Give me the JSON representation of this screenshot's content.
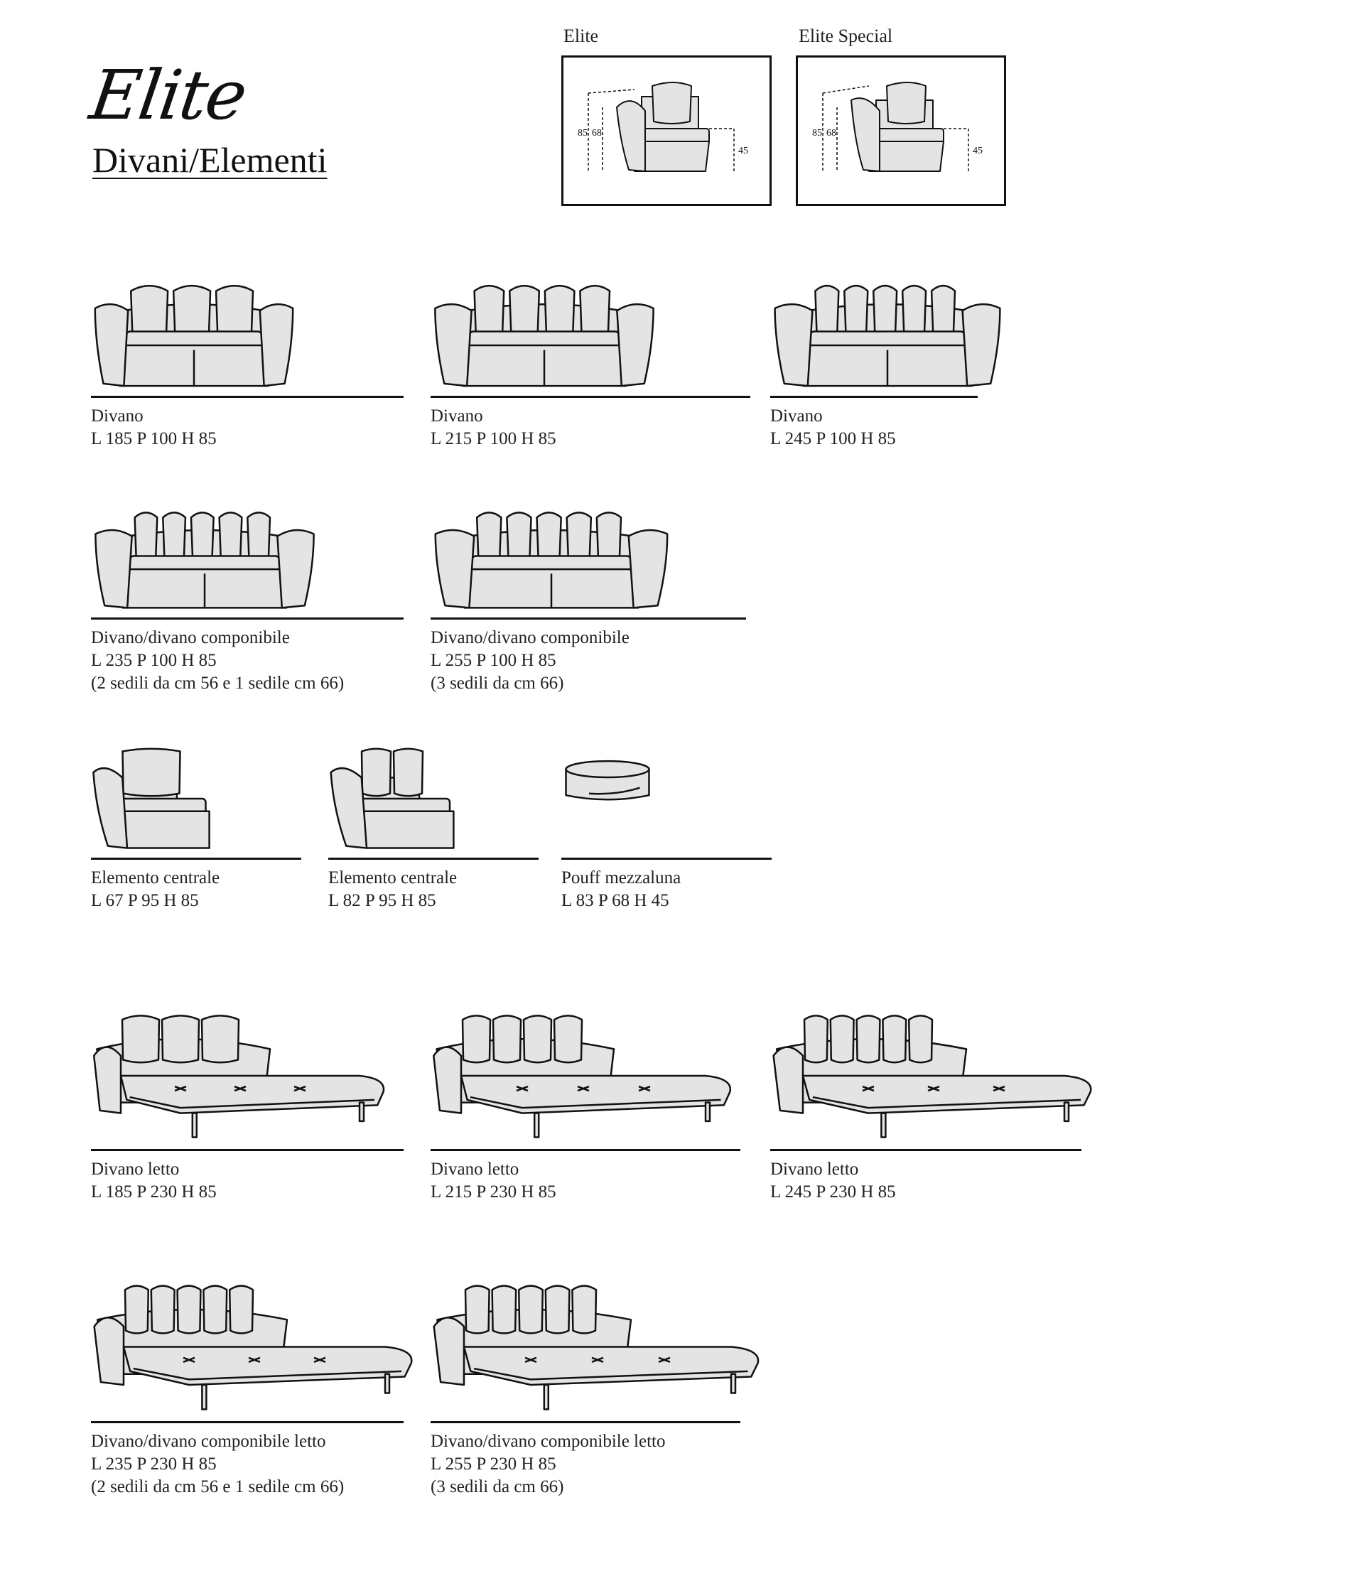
{
  "header": {
    "brand": "Elite",
    "subtitle": "Divani/Elementi"
  },
  "variants": [
    {
      "label": "Elite",
      "dims": [
        "85",
        "68",
        "45"
      ]
    },
    {
      "label": "Elite Special",
      "dims": [
        "85",
        "68",
        "45"
      ]
    }
  ],
  "products": [
    {
      "name": "Divano",
      "size": "L 185 P 100 H 85",
      "icon": "three-seat-sofa-icon",
      "cushions": 3
    },
    {
      "name": "Divano",
      "size": "L 215 P 100 H 85",
      "icon": "four-seat-sofa-icon",
      "cushions": 4
    },
    {
      "name": "Divano",
      "size": "L 245 P 100 H 85",
      "icon": "five-cushion-sofa-icon",
      "cushions": 5
    },
    {
      "name": "Divano/divano componibile",
      "size": "L 235 P 100 H 85",
      "note": "(2 sedili da cm 56 e 1 sedile cm 66)",
      "icon": "modular-sofa-icon",
      "cushions": 5
    },
    {
      "name": "Divano/divano componibile",
      "size": "L 255 P 100 H 85",
      "note": "(3 sedili da cm 66)",
      "icon": "modular-sofa-icon",
      "cushions": 5
    },
    {
      "name": "Elemento centrale",
      "size": "L 67 P 95 H 85",
      "icon": "armchair-element-icon",
      "cushions": 1
    },
    {
      "name": "Elemento centrale",
      "size": "L 82 P 95 H 85",
      "icon": "armchair-element-icon",
      "cushions": 2
    },
    {
      "name": "Pouff mezzaluna",
      "size": "L 83 P 68 H 45",
      "icon": "half-moon-pouf-icon",
      "cushions": 0
    },
    {
      "name": "Divano letto",
      "size": "L 185 P 230 H 85",
      "icon": "sofa-bed-icon",
      "cushions": 3
    },
    {
      "name": "Divano letto",
      "size": "L 215 P 230 H 85",
      "icon": "sofa-bed-icon",
      "cushions": 4
    },
    {
      "name": "Divano letto",
      "size": "L 245 P 230 H 85",
      "icon": "sofa-bed-icon",
      "cushions": 5
    },
    {
      "name": "Divano/divano componibile letto",
      "size": "L 235 P 230 H 85",
      "note": "(2 sedili da cm 56 e 1 sedile cm 66)",
      "icon": "modular-sofa-bed-icon",
      "cushions": 5
    },
    {
      "name": "Divano/divano componibile letto",
      "size": "L 255 P 230 H 85",
      "note": "(3 sedili da cm 66)",
      "icon": "modular-sofa-bed-icon",
      "cushions": 5
    }
  ]
}
